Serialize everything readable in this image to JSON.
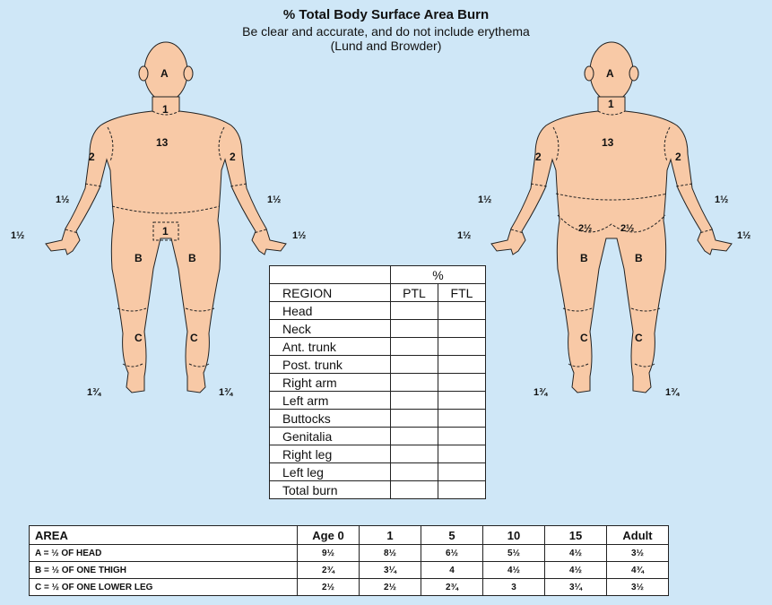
{
  "header": {
    "title": "% Total Body Surface Area Burn",
    "line1": "Be clear and accurate, and do not include erythema",
    "line2": "(Lund and Browder)"
  },
  "colors": {
    "background": "#cfe7f7",
    "skin": "#f8c9a6",
    "outline": "#222222"
  },
  "front_figure": {
    "labels": {
      "head": "A",
      "neck": "1",
      "trunk": "13",
      "upper_arm_right": "2",
      "upper_arm_left": "2",
      "forearm_right": "1½",
      "forearm_left": "1½",
      "hand_right": "1½",
      "hand_left": "1½",
      "genitalia": "1",
      "thigh_right": "B",
      "thigh_left": "B",
      "leg_right": "C",
      "leg_left": "C",
      "foot_right": "1¾",
      "foot_left": "1¾"
    }
  },
  "back_figure": {
    "labels": {
      "head": "A",
      "neck": "1",
      "trunk": "13",
      "upper_arm_right": "2",
      "upper_arm_left": "2",
      "forearm_right": "1½",
      "forearm_left": "1½",
      "hand_right": "1½",
      "hand_left": "1½",
      "buttock_right": "2½",
      "buttock_left": "2½",
      "thigh_right": "B",
      "thigh_left": "B",
      "leg_right": "C",
      "leg_left": "C",
      "foot_right": "1¾",
      "foot_left": "1¾"
    }
  },
  "region_table": {
    "percent_header": "%",
    "headers": [
      "REGION",
      "PTL",
      "FTL"
    ],
    "rows": [
      "Head",
      "Neck",
      "Ant. trunk",
      "Post. trunk",
      "Right arm",
      "Left arm",
      "Buttocks",
      "Genitalia",
      "Right leg",
      "Left leg",
      "Total burn"
    ]
  },
  "age_table": {
    "headers": [
      "AREA",
      "Age 0",
      "1",
      "5",
      "10",
      "15",
      "Adult"
    ],
    "rows": [
      {
        "area": "A = ½ OF HEAD",
        "values": [
          "9½",
          "8½",
          "6½",
          "5½",
          "4½",
          "3½"
        ]
      },
      {
        "area": "B = ½ OF ONE THIGH",
        "values": [
          "2¾",
          "3¼",
          "4",
          "4½",
          "4½",
          "4¾"
        ]
      },
      {
        "area": "C = ½ OF ONE LOWER LEG",
        "values": [
          "2½",
          "2½",
          "2¾",
          "3",
          "3¼",
          "3½"
        ]
      }
    ]
  }
}
